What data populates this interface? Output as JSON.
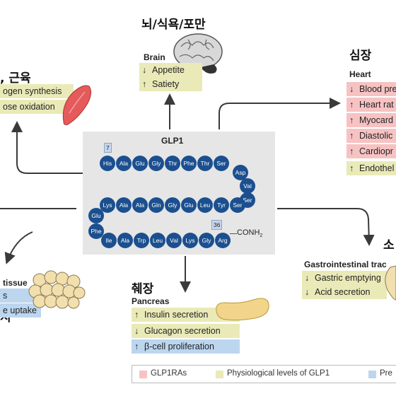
{
  "regions": {
    "brain": "뇌/식욕/포만",
    "heart": "심장",
    "muscle": ", 근육",
    "pancreas": "췌장",
    "gi": "소",
    "adipose": "지"
  },
  "brain": {
    "header": "Brain",
    "items": [
      {
        "arrow": "↓",
        "text": "Appetite",
        "level": "physiological"
      },
      {
        "arrow": "↑",
        "text": "Satiety",
        "level": "physiological"
      }
    ]
  },
  "heart": {
    "header": "Heart",
    "items": [
      {
        "arrow": "↓",
        "text": "Blood pre",
        "level": "pharmacological"
      },
      {
        "arrow": "↑",
        "text": "Heart rat",
        "level": "pharmacological"
      },
      {
        "arrow": "↑",
        "text": "Myocard",
        "level": "pharmacological"
      },
      {
        "arrow": "↑",
        "text": "Diastolic",
        "level": "pharmacological"
      },
      {
        "arrow": "↑",
        "text": "Cardiopr",
        "level": "pharmacological"
      },
      {
        "arrow": "↑",
        "text": "Endothel",
        "level": "physiological"
      }
    ]
  },
  "muscle": {
    "items": [
      {
        "text": "ogen synthesis",
        "level": "physiological"
      },
      {
        "text": "ose oxidation",
        "level": "physiological"
      }
    ]
  },
  "adipose": {
    "header": "tissue",
    "items": [
      {
        "text": "s",
        "level": "preclinical"
      },
      {
        "text": "e uptake",
        "level": "preclinical"
      }
    ]
  },
  "pancreas": {
    "header": "Pancreas",
    "items": [
      {
        "arrow": "↑",
        "text": "Insulin secretion",
        "level": "physiological"
      },
      {
        "arrow": "↓",
        "text": "Glucagon secretion",
        "level": "physiological"
      },
      {
        "arrow": "↑",
        "text": "β-cell proliferation",
        "level": "preclinical"
      }
    ]
  },
  "gi": {
    "header": "Gastrointestinal trac",
    "items": [
      {
        "arrow": "↓",
        "text": "Gastric emptying",
        "level": "physiological"
      },
      {
        "arrow": "↓",
        "text": "Acid secretion",
        "level": "physiological"
      }
    ]
  },
  "glp1": {
    "title": "GLP1",
    "start_number": "7",
    "end_number": "36",
    "terminal": "CONH",
    "terminal_sub": "2",
    "row1": [
      "His",
      "Ala",
      "Glu",
      "Gly",
      "Thr",
      "Phe",
      "Thr",
      "Ser"
    ],
    "turn1": [
      "Asp",
      "Val",
      "Ser"
    ],
    "row2": [
      "Ser",
      "Tyr",
      "Leu",
      "Glu",
      "Gly",
      "Gln",
      "Ala",
      "Ala",
      "Lys"
    ],
    "turn2": [
      "Glu",
      "Phe"
    ],
    "row3": [
      "Ile",
      "Ala",
      "Trp",
      "Leu",
      "Val",
      "Lys",
      "Gly",
      "Arg"
    ]
  },
  "legend": {
    "items": [
      {
        "label": "GLP1RAs",
        "color": "#f7c2c2"
      },
      {
        "label": "Physiological levels of GLP1",
        "color": "#eaeab8"
      },
      {
        "label": "Pre",
        "color": "#bcd6ef"
      }
    ]
  },
  "colors": {
    "physiological": "#eaeab8",
    "pharmacological": "#f7c2c2",
    "preclinical": "#bcd6ef",
    "bead": "#1b4f8f",
    "arrow": "#3a3a3a"
  }
}
